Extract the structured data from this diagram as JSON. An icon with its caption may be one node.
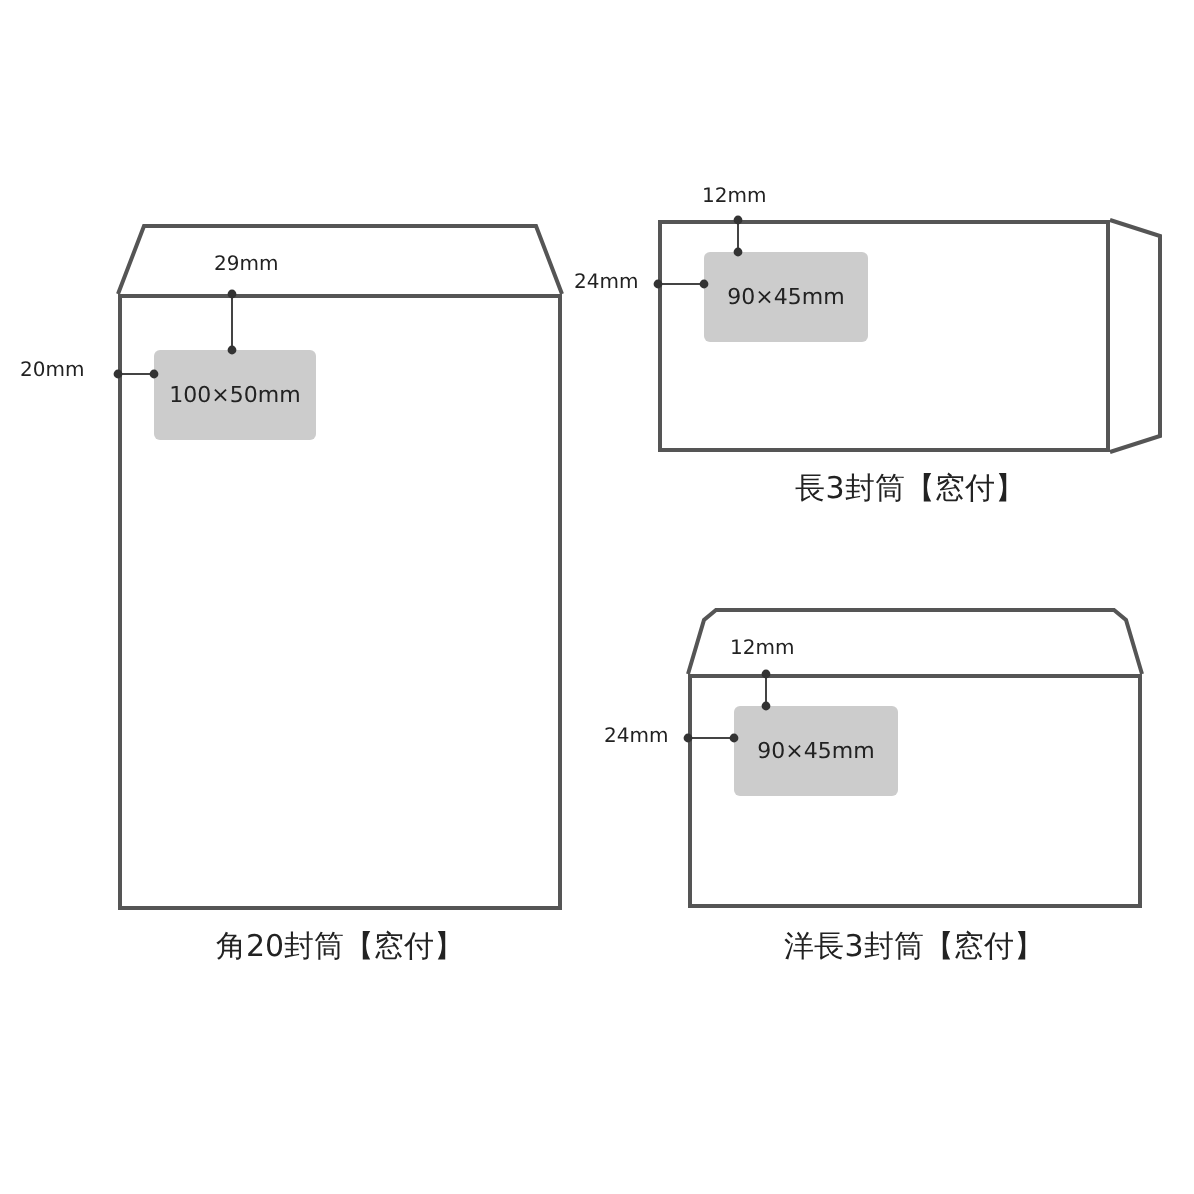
{
  "diagram": {
    "nodes": [
      {
        "text": [],
        "shape": "envelope",
        "beside": [
          "角20封筒【窓付】"
        ]
      },
      {
        "text": [
          "100×50mm"
        ],
        "in": 0
      },
      {
        "text": [],
        "shape": "envelope",
        "beside": [
          "長3封筒【窓付】"
        ]
      },
      {
        "text": [
          "90×45mm"
        ],
        "in": 2
      },
      {
        "text": [],
        "shape": "envelope",
        "beside": [
          "洋長3封筒【窓付】"
        ]
      },
      {
        "text": [
          "90×45mm"
        ],
        "in": 4
      }
    ],
    "labels": [
      "29mm",
      "20mm",
      "12mm",
      "24mm",
      "12mm",
      "24mm"
    ]
  }
}
